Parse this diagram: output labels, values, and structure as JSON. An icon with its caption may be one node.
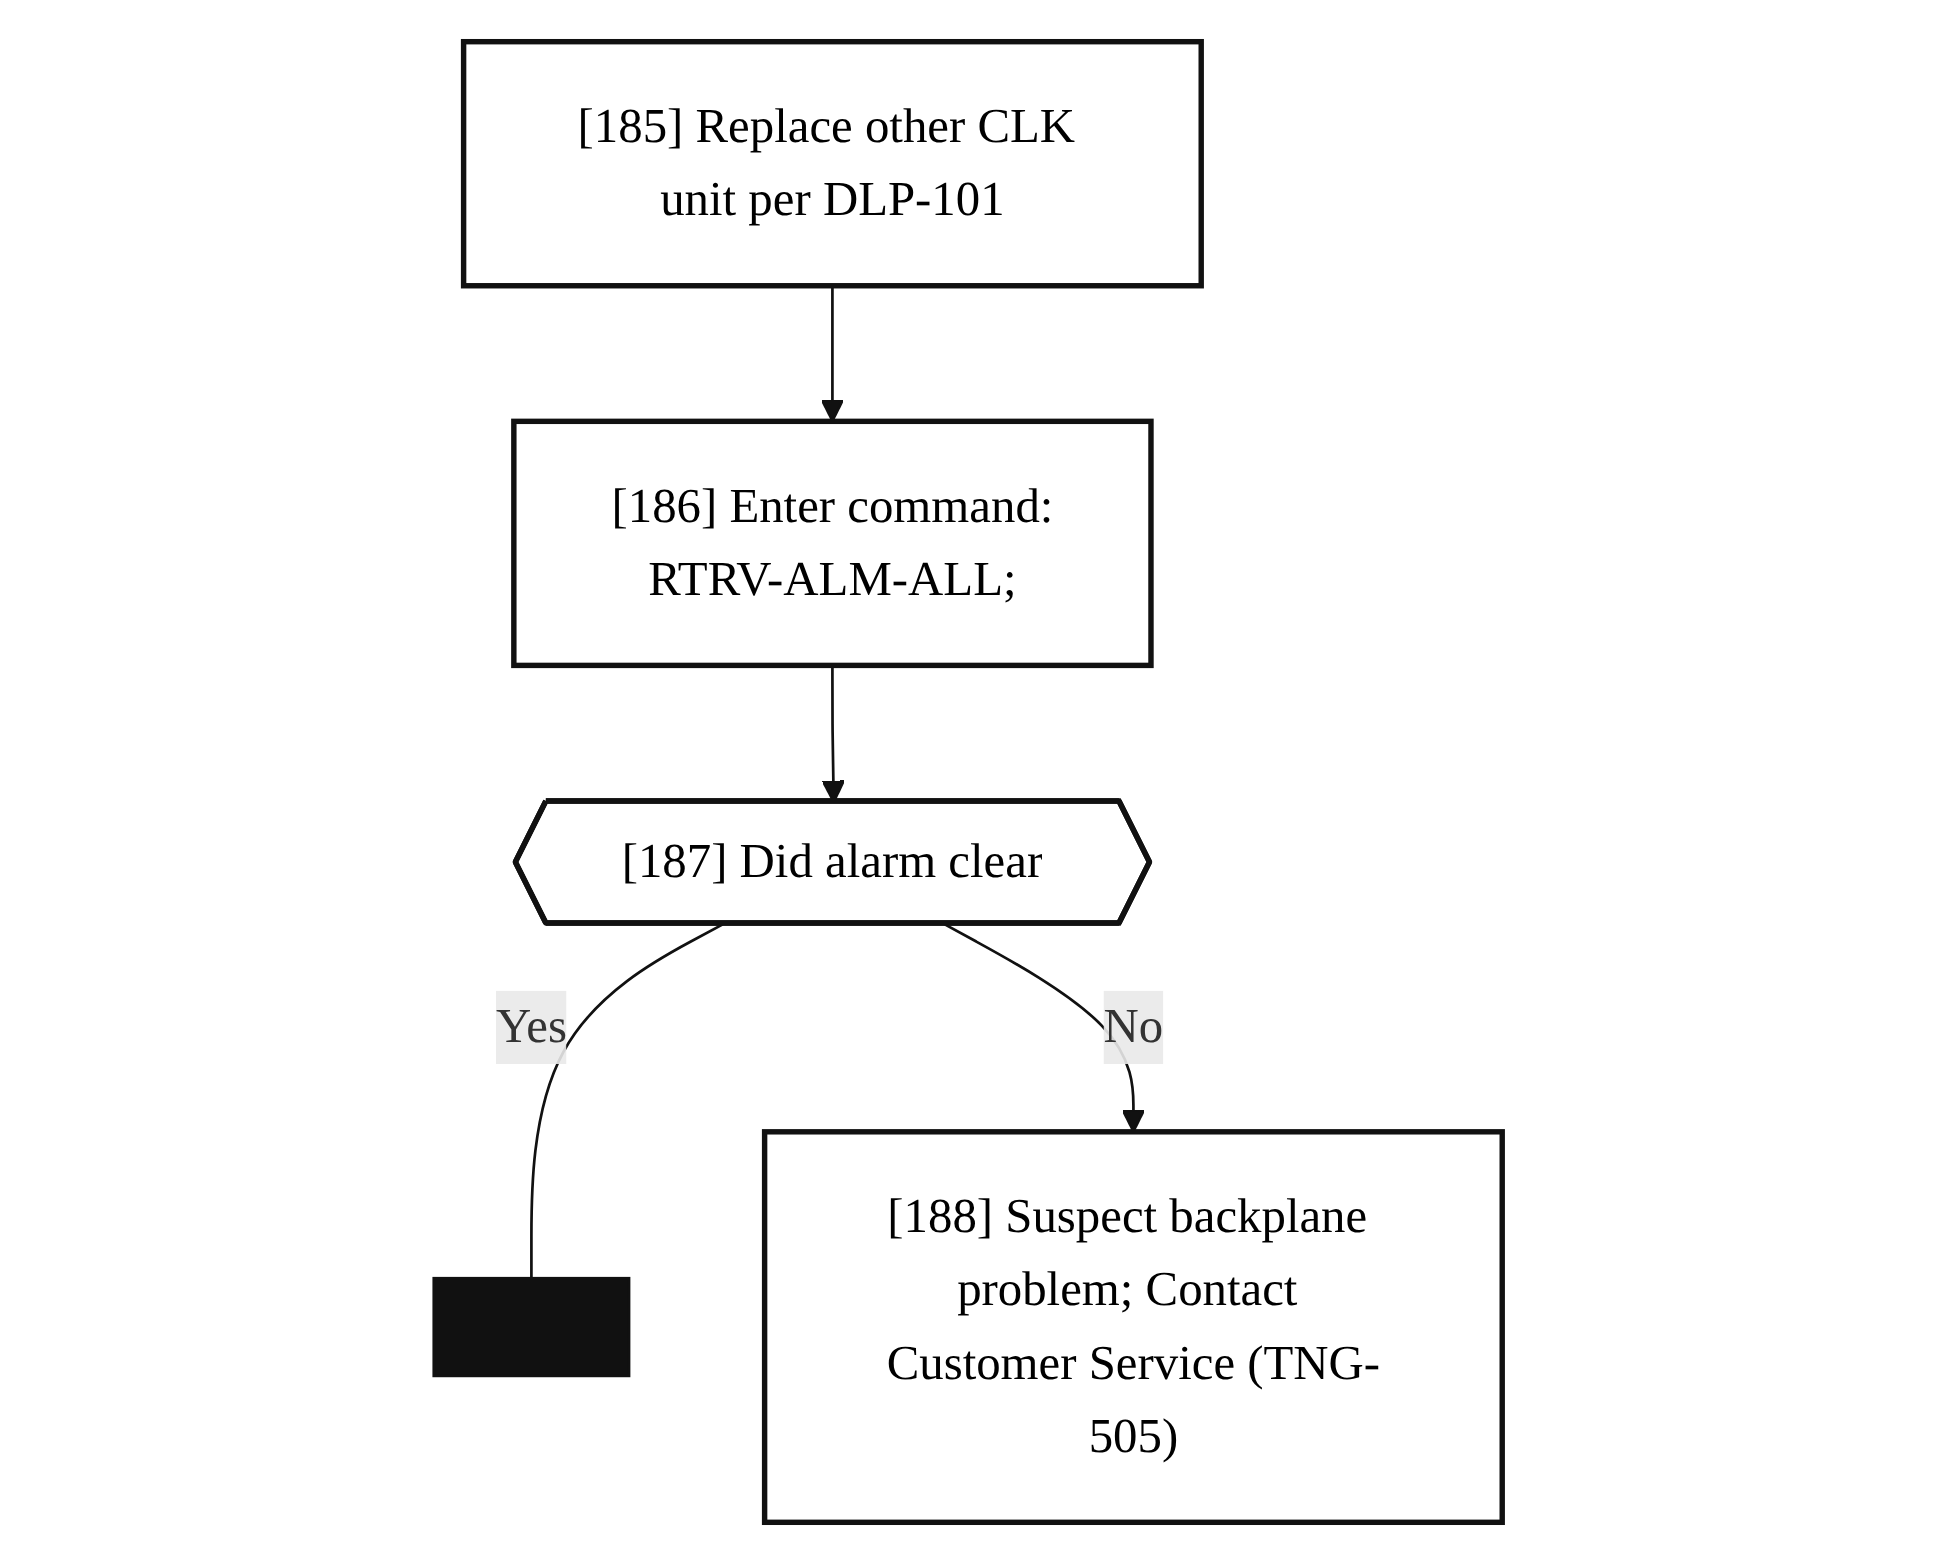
{
  "diagram": {
    "nodes": [
      {
        "text": [
          "[185] Replace other CLK unit per DLP-101"
        ]
      },
      {
        "text": [
          "[186] Enter command:",
          "RTRV-ALM-ALL;"
        ]
      },
      {
        "text": [
          "[187] Did alarm clear"
        ]
      },
      {
        "text": [
          "[188] Suspect backplane problem; Contact Customer Service (TNG-505)"
        ]
      },
      {
        "text": [],
        "shape": "bar"
      }
    ],
    "edges": [
      {
        "from": 0,
        "to": 1,
        "arrow": "to"
      },
      {
        "from": 1,
        "to": 2,
        "arrow": "to"
      },
      {
        "from": 2,
        "to": 4,
        "arrow": "none",
        "label": "Yes"
      },
      {
        "from": 2,
        "to": 3,
        "arrow": "to",
        "label": "No"
      }
    ]
  }
}
